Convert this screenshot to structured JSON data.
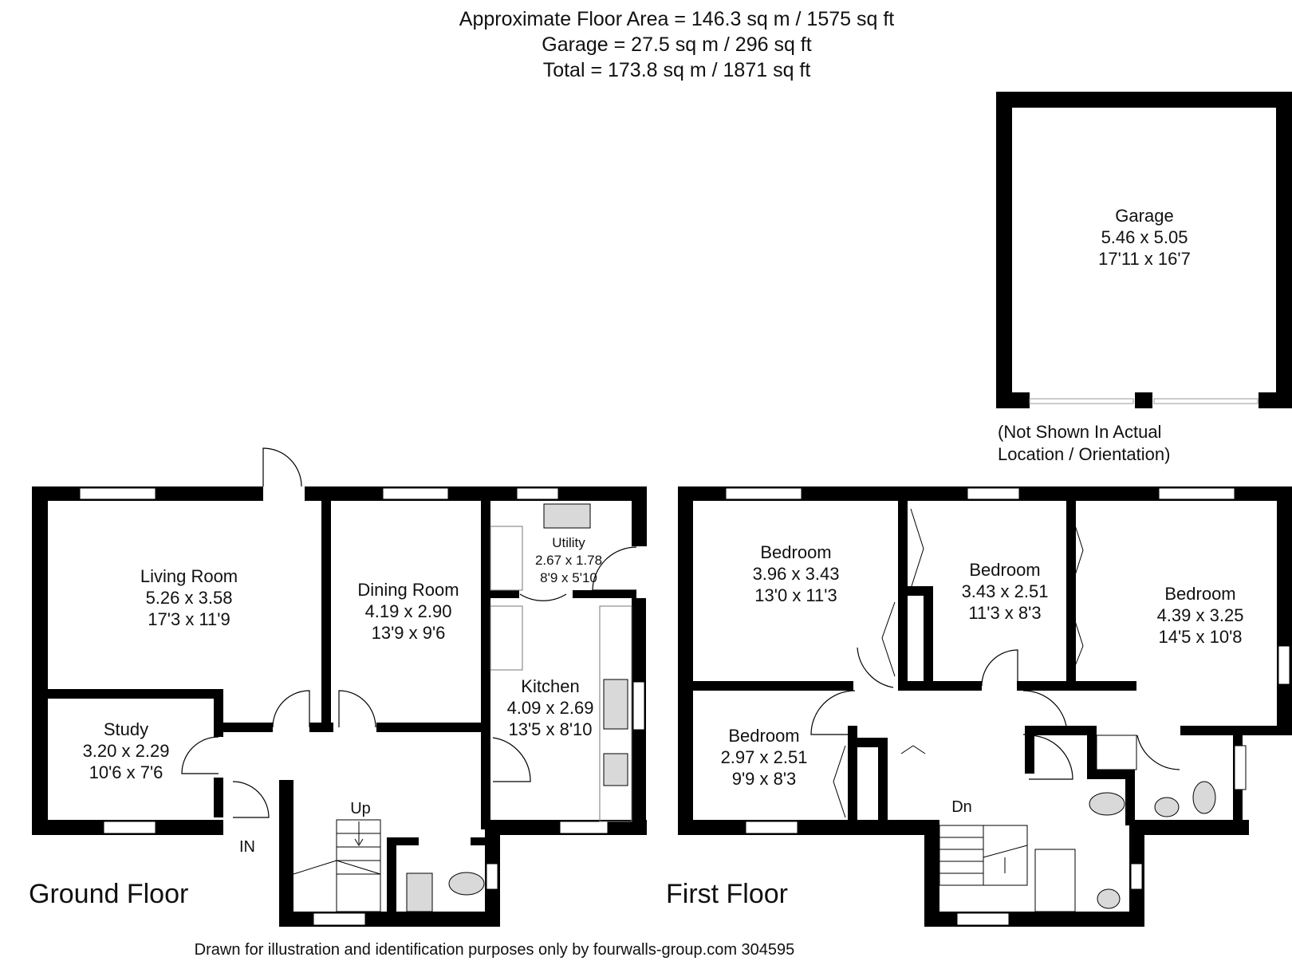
{
  "header": {
    "floor_area": "Approximate Floor Area = 146.3 sq m / 1575 sq ft",
    "garage_area": "Garage = 27.5 sq m / 296 sq ft",
    "total_area": "Total = 173.8 sq m / 1871 sq ft"
  },
  "ground_floor": {
    "label": "Ground Floor",
    "living_room": {
      "name": "Living Room",
      "metric": "5.26 x 3.58",
      "imperial": "17'3 x 11'9"
    },
    "dining_room": {
      "name": "Dining Room",
      "metric": "4.19 x 2.90",
      "imperial": "13'9 x 9'6"
    },
    "utility": {
      "name": "Utility",
      "metric": "2.67 x 1.78",
      "imperial": "8'9 x 5'10"
    },
    "kitchen": {
      "name": "Kitchen",
      "metric": "4.09 x 2.69",
      "imperial": "13'5 x 8'10"
    },
    "study": {
      "name": "Study",
      "metric": "3.20 x 2.29",
      "imperial": "10'6 x 7'6"
    },
    "stairs_label": "Up",
    "entrance_label": "IN"
  },
  "first_floor": {
    "label": "First Floor",
    "bedroom_1": {
      "name": "Bedroom",
      "metric": "3.96 x 3.43",
      "imperial": "13'0 x 11'3"
    },
    "bedroom_2": {
      "name": "Bedroom",
      "metric": "3.43 x 2.51",
      "imperial": "11'3 x 8'3"
    },
    "bedroom_3": {
      "name": "Bedroom",
      "metric": "4.39 x 3.25",
      "imperial": "14'5 x 10'8"
    },
    "bedroom_4": {
      "name": "Bedroom",
      "metric": "2.97 x 2.51",
      "imperial": "9'9 x 8'3"
    },
    "stairs_label": "Dn"
  },
  "garage": {
    "name": "Garage",
    "metric": "5.46 x 5.05",
    "imperial": "17'11 x 16'7",
    "note_line_1": "(Not Shown In Actual",
    "note_line_2": "Location / Orientation)"
  },
  "footer": {
    "text": "Drawn for illustration and identification purposes only by fourwalls-group.com 304595"
  },
  "colors": {
    "wall": "#000000",
    "background": "#ffffff",
    "fixture_fill": "#d9d9d9"
  }
}
